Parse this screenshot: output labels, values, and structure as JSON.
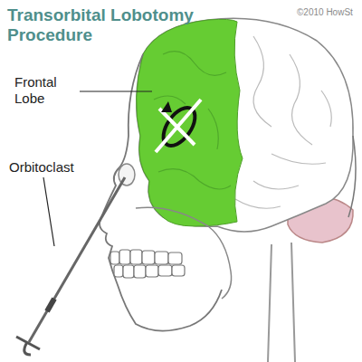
{
  "diagram": {
    "title": "Transorbital Lobotomy Procedure",
    "labels": [
      "©2010 HowSt",
      "Frontal Lobe",
      "Orbitoclast"
    ]
  }
}
